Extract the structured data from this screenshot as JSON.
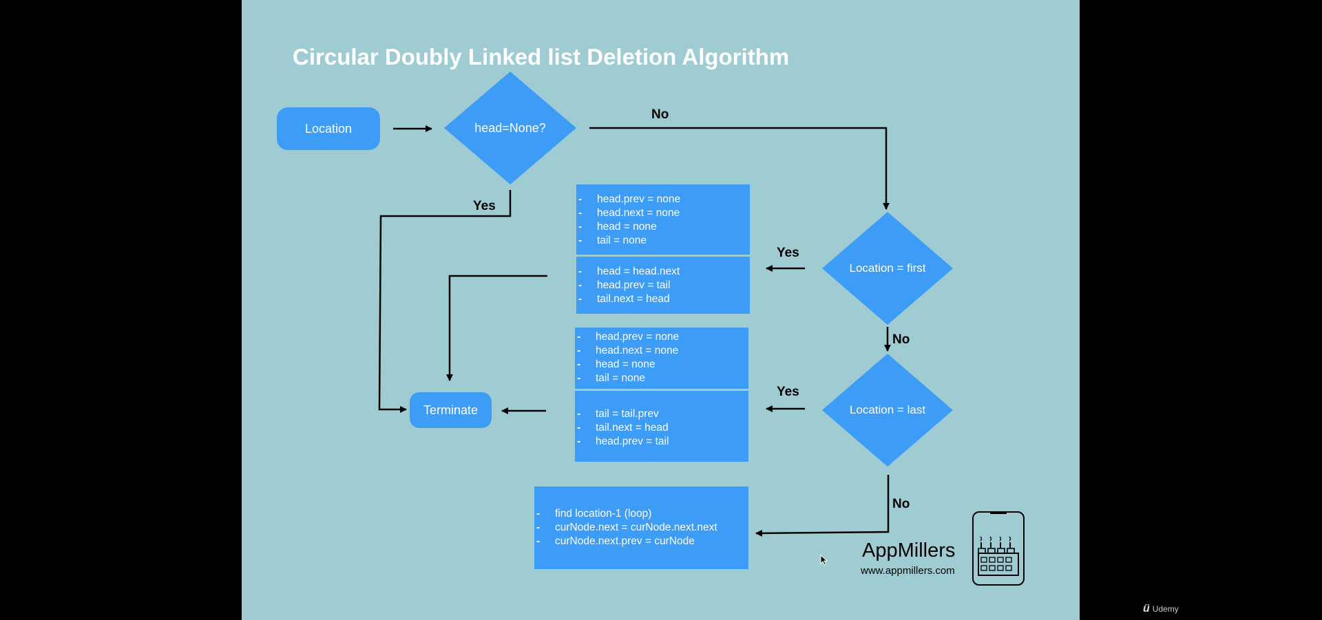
{
  "title": "Circular Doubly Linked list Deletion Algorithm",
  "nodes": {
    "location": "Location",
    "head_none": "head=None?",
    "loc_first": "Location = first",
    "loc_last": "Location = last",
    "terminate": "Terminate"
  },
  "edge_labels": {
    "no_top": "No",
    "yes_head": "Yes",
    "yes_first": "Yes",
    "no_first": "No",
    "yes_last": "Yes",
    "no_last": "No"
  },
  "boxes": {
    "first_single": [
      "head.prev = none",
      "head.next = none",
      "head = none",
      "tail = none"
    ],
    "first_multi": [
      "head = head.next",
      "head.prev = tail",
      "tail.next = head"
    ],
    "last_single": [
      "head.prev = none",
      "head.next = none",
      "head = none",
      "tail = none"
    ],
    "last_multi": [
      "tail = tail.prev",
      "tail.next = head",
      "head.prev = tail"
    ],
    "middle": [
      "find location-1 (loop)",
      "curNode.next = curNode.next.next",
      "curNode.next.prev = curNode"
    ]
  },
  "brand": {
    "name": "AppMillers",
    "url": "www.appmillers.com"
  },
  "watermark": "Udemy",
  "colors": {
    "background": "#9fcbd3",
    "shape_fill": "#3d9cf5",
    "text": "#ffffff",
    "arrow": "#000000"
  }
}
